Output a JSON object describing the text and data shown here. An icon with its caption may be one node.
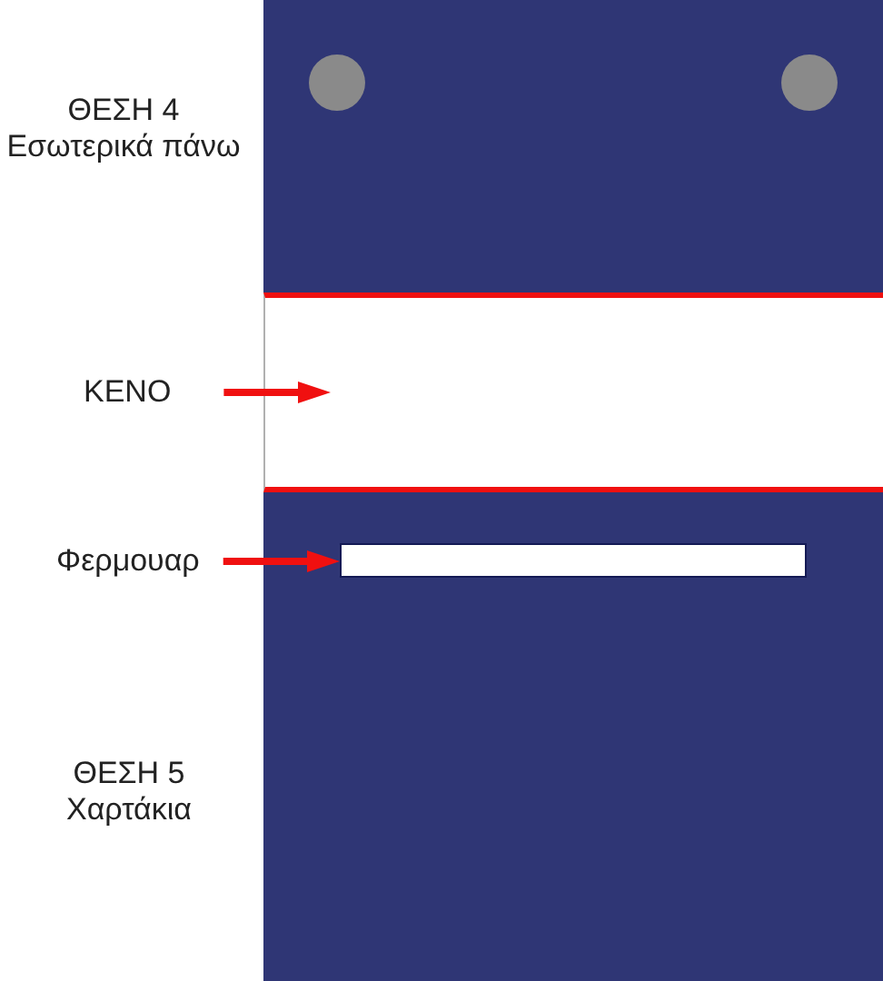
{
  "diagram": {
    "nodes": [
      {
        "text": [
          "ΚΕΝΟ"
        ]
      },
      {
        "text": [],
        "shape": "box"
      },
      {
        "text": [
          "Φερμουαρ"
        ]
      },
      {
        "text": [],
        "shape": "bar"
      }
    ],
    "edges": [
      {
        "from": 0,
        "to": 1,
        "arrow": "to"
      },
      {
        "from": 2,
        "to": 3,
        "arrow": "to"
      }
    ],
    "labels": [
      "ΘΕΣΗ 4 Εσωτερικά πάνω",
      "ΘΕΣΗ 5 Χαρτάκια"
    ]
  }
}
